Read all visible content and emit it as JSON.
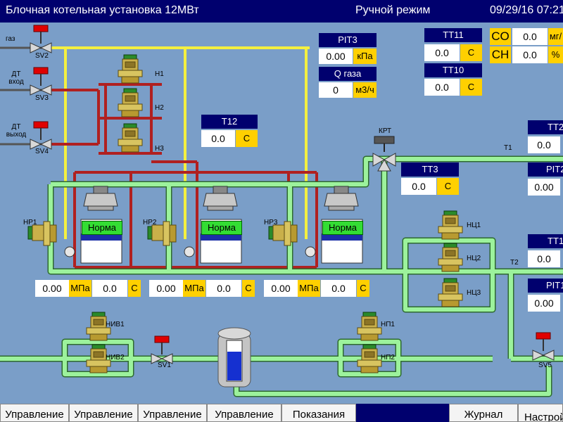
{
  "header": {
    "title": "Блочная котельная установка 12МВт",
    "mode": "Ручной режим",
    "datetime": "09/29/16 07:21:"
  },
  "valves_inlet": [
    {
      "tag": "SV2",
      "label": "газ"
    },
    {
      "tag": "SV3",
      "label_line1": "ДТ",
      "label_line2": "вход"
    },
    {
      "tag": "SV4",
      "label_line1": "ДТ",
      "label_line2": "выход"
    }
  ],
  "pumps_h": [
    "Н1",
    "Н2",
    "Н3"
  ],
  "panels": {
    "pit3": {
      "title": "PIT3",
      "value": "0.00",
      "unit": "кПа"
    },
    "qgas": {
      "title": "Q газа",
      "value": "0",
      "unit": "м3/ч"
    },
    "tt11": {
      "title": "TT11",
      "value": "0.0",
      "unit": "С"
    },
    "tt10": {
      "title": "TT10",
      "value": "0.0",
      "unit": "С"
    },
    "co": {
      "title": "CO",
      "value": "0.0",
      "unit": "мг/"
    },
    "ch": {
      "title": "CH",
      "value": "0.0",
      "unit": "%"
    },
    "t12": {
      "title": "T12",
      "value": "0.0",
      "unit": "С"
    },
    "tt3": {
      "title": "TT3",
      "value": "0.0",
      "unit": "С"
    },
    "tt2": {
      "title": "TT2",
      "value": "0.0"
    },
    "pit2": {
      "title": "PIT2",
      "value": "0.00"
    },
    "tt1": {
      "title": "TT1",
      "value": "0.0"
    },
    "pit1": {
      "title": "PIT1",
      "value": "0.00"
    }
  },
  "boilers": [
    {
      "status": "Норма",
      "pump": "НР1",
      "pressure": "0.00",
      "pressure_unit": "МПа",
      "temp": "0.0",
      "temp_unit": "С"
    },
    {
      "status": "Норма",
      "pump": "НР2",
      "pressure": "0.00",
      "pressure_unit": "МПа",
      "temp": "0.0",
      "temp_unit": "С"
    },
    {
      "status": "Норма",
      "pump": "НР3",
      "pressure": "0.00",
      "pressure_unit": "МПа",
      "temp": "0.0",
      "temp_unit": "С"
    }
  ],
  "labels": {
    "krt": "КРТ",
    "t1": "T1",
    "t2": "T2",
    "nc": [
      "НЦ1",
      "НЦ2",
      "НЦ3"
    ],
    "niv": [
      "НИВ1",
      "НИВ2"
    ],
    "np": [
      "НП1",
      "НП2"
    ],
    "sv1": "SV1",
    "sv5": "SV5"
  },
  "menu": [
    "Управление",
    "Управление",
    "Управление",
    "Управление",
    "Показания",
    "",
    "Журнал",
    "Настрой"
  ],
  "colors": {
    "title_bg": "#00006e",
    "background": "#7a9ec8",
    "water_pipe": "#9cf29c",
    "gas_pipe": "#f4f040",
    "fuel_pipe": "#b02020",
    "unit_bg": "#ffd000",
    "status_ok": "#33dd33",
    "valve_handle": "#e00000"
  }
}
